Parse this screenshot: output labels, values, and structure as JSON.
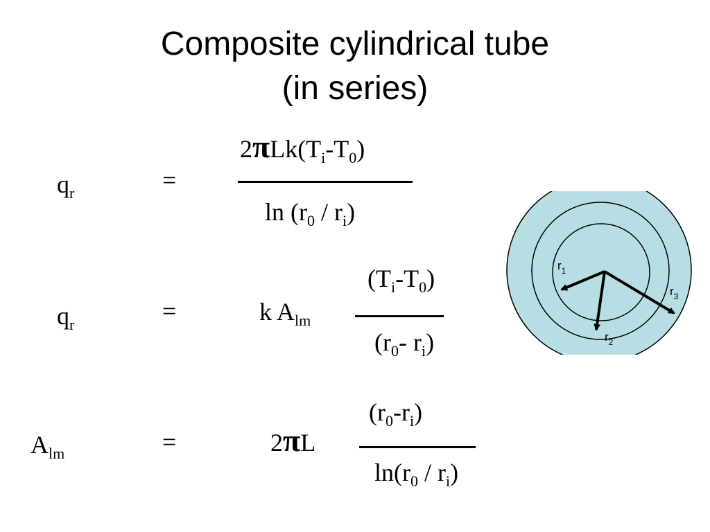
{
  "title": {
    "line1": "Composite cylindrical tube",
    "line2": "(in series)"
  },
  "symbols": {
    "pi": "π",
    "equals": "="
  },
  "eq1": {
    "lhs": "q",
    "lhs_sub": "r",
    "num_pre": "2",
    "num_mid": "Lk(T",
    "num_sub1": "i",
    "num_mid2": "-T",
    "num_sub2": "0",
    "num_post": ")",
    "den_pre": "ln  (r",
    "den_sub1": "0",
    "den_mid": " / r",
    "den_sub2": "i",
    "den_post": ")"
  },
  "eq2": {
    "lhs": "q",
    "lhs_sub": "r",
    "k": "k A",
    "k_sub": "lm",
    "num_pre": "(T",
    "num_sub1": "i",
    "num_mid": "-T",
    "num_sub2": "0",
    "num_post": ")",
    "den_pre": "(r",
    "den_sub1": "0",
    "den_mid": "- r",
    "den_sub2": "i",
    "den_post": ")"
  },
  "eq3": {
    "lhs": "A",
    "lhs_sub": "lm",
    "coef_pre": "2",
    "coef_post": "L",
    "num_pre": "(r",
    "num_sub1": "0",
    "num_mid": "-r",
    "num_sub2": "i",
    "num_post": ")",
    "den_pre": "ln(r",
    "den_sub1": "0",
    "den_mid": " / r",
    "den_sub2": "i",
    "den_post": ")"
  },
  "diagram": {
    "fill_color": "#b7dfe3",
    "labels": [
      {
        "main": "r",
        "sub": "1"
      },
      {
        "main": "r",
        "sub": "2"
      },
      {
        "main": "r",
        "sub": "3"
      }
    ]
  }
}
